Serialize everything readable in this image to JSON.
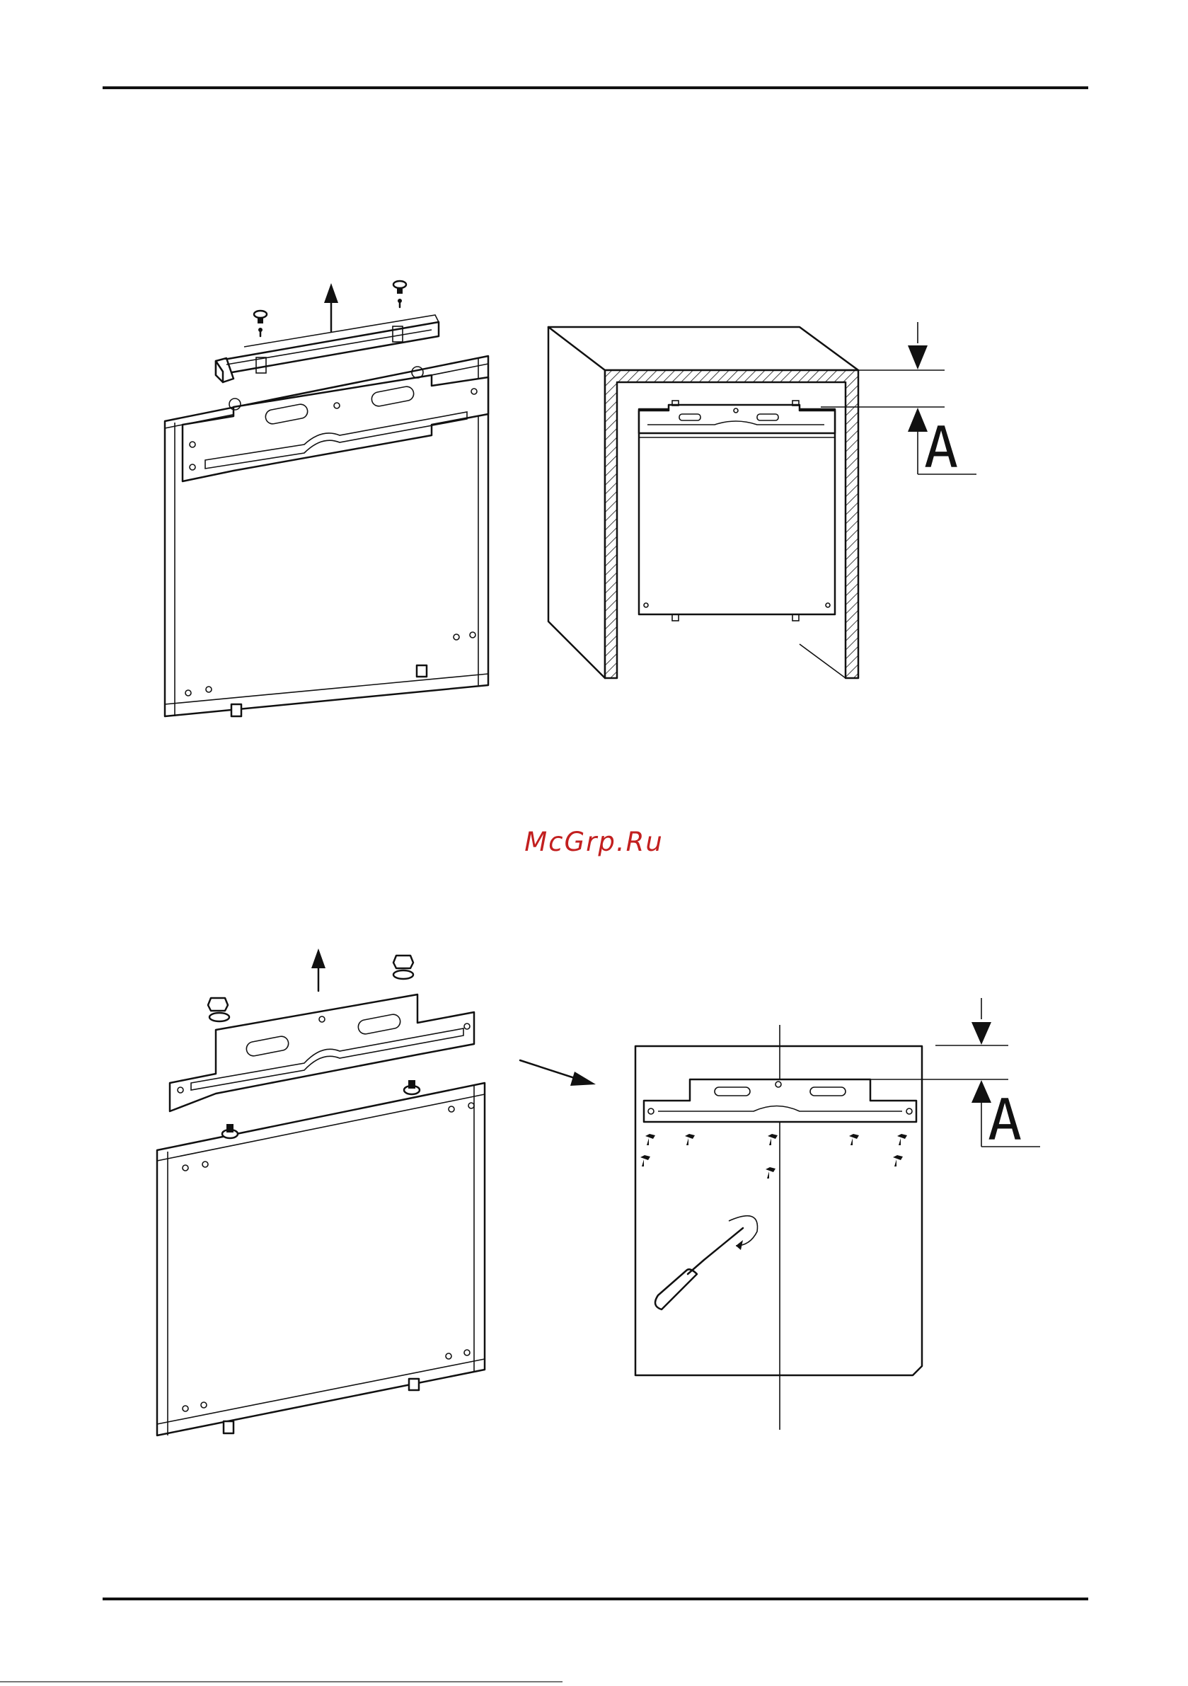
{
  "page": {
    "watermark": "McGrp.Ru"
  },
  "figures": {
    "top_right": {
      "dimension_label": "A"
    },
    "bottom_right": {
      "dimension_label": "A"
    }
  },
  "colors": {
    "line": "#111111",
    "watermark": "#c21f1f",
    "background": "#ffffff"
  }
}
